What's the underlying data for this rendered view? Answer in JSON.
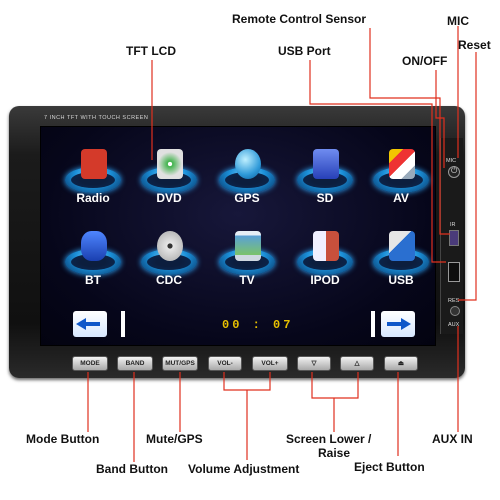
{
  "callouts": {
    "remote": "Remote Control Sensor",
    "mic": "MIC",
    "reset": "Reset",
    "tft": "TFT LCD",
    "usb_port": "USB Port",
    "onoff": "ON/OFF",
    "mode": "Mode Button",
    "band": "Band Button",
    "mute": "Mute/GPS",
    "volume": "Volume Adjustment",
    "screen_lower": "Screen Lower /",
    "screen_raise": "Raise",
    "eject": "Eject Button",
    "aux": "AUX IN"
  },
  "bezel_label": "7 INCH TFT WITH TOUCH SCREEN",
  "icons_row1": [
    {
      "label": "Radio",
      "icon": "radio-icon",
      "color": "#d43a2a"
    },
    {
      "label": "DVD",
      "icon": "dvd-icon",
      "color": "#3fb34a"
    },
    {
      "label": "GPS",
      "icon": "globe-icon",
      "color": "#2f9ad9"
    },
    {
      "label": "SD",
      "icon": "sd-card-icon",
      "color": "#3b5fd6"
    },
    {
      "label": "AV",
      "icon": "av-cable-icon",
      "color": "#7a8aa0"
    }
  ],
  "icons_row2": [
    {
      "label": "BT",
      "icon": "bluetooth-icon",
      "color": "#2c64d8"
    },
    {
      "label": "CDC",
      "icon": "cd-changer-icon",
      "color": "#c9c9c9"
    },
    {
      "label": "TV",
      "icon": "tv-icon",
      "color": "#5aa0d8"
    },
    {
      "label": "IPOD",
      "icon": "ipod-icon",
      "color": "#d0d0e0"
    },
    {
      "label": "USB",
      "icon": "usb-icon",
      "color": "#8aa0b8"
    }
  ],
  "timer": "00 : 07",
  "hw_buttons": {
    "mode": "MODE",
    "band": "BAND",
    "mute": "MUT/GPS",
    "vol_down": "VOL-",
    "vol_up": "VOL+",
    "down": "▽",
    "up": "△",
    "eject": "⏏"
  },
  "panel": {
    "mic": "MIC",
    "ir": "IR",
    "res": "RES",
    "aux": "AUX"
  }
}
